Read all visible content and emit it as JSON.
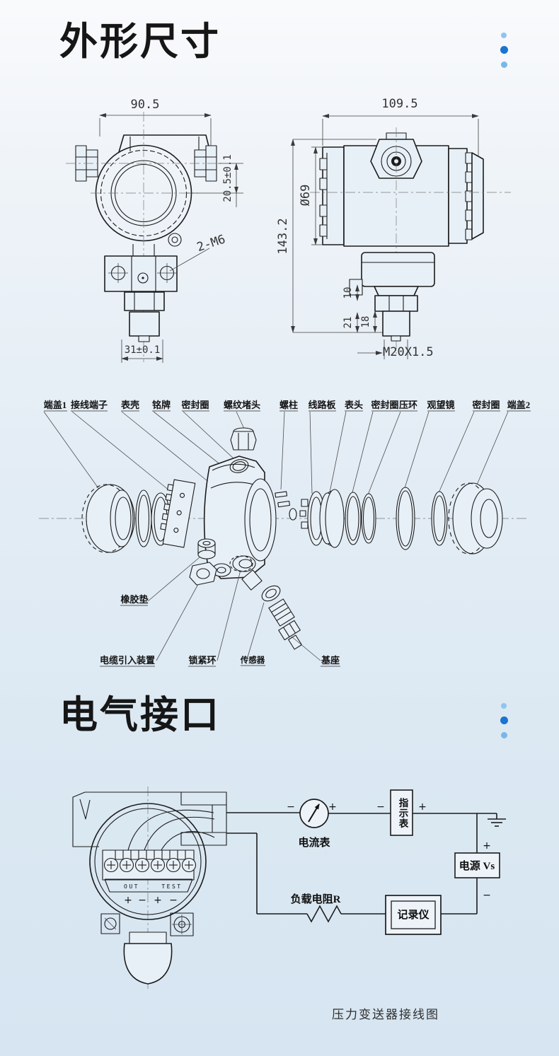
{
  "page": {
    "accent_blue": "#1b74cf",
    "accent_light_blue": "#8ec5ee",
    "bg_top": "#f9fafc",
    "bg_bottom": "#d6e5f1"
  },
  "sections": {
    "dimensions": {
      "title": "外形尺寸"
    },
    "electrical": {
      "title": "电气接口"
    }
  },
  "outline_dimensions": {
    "front_view": {
      "top_width": "90.5",
      "side_offset": "20.5±0.1",
      "screw_spec": "2-M6",
      "bottom_width": "31±0.1"
    },
    "side_view": {
      "top_width": "109.5",
      "body_diameter": "Ø69",
      "total_height": "143.2",
      "hex_height": "10",
      "lower_height": "21",
      "cyl_height": "18",
      "thread_spec": "M20X1.5"
    }
  },
  "exploded_view": {
    "top_labels": [
      "端盖1",
      "接线端子",
      "表壳",
      "铭牌",
      "密封圈",
      "螺纹堵头",
      "螺柱",
      "线路板",
      "表头",
      "密封圈",
      "压环",
      "观望镜",
      "密封圈",
      "端盖2"
    ],
    "bottom_labels": [
      "橡胶垫",
      "电缆引入装置",
      "锁紧环",
      "传感器",
      "基座"
    ]
  },
  "wiring": {
    "out_label": "OUT",
    "test_label": "TEST",
    "plus": "+",
    "minus": "−",
    "ammeter_label": "电流表",
    "indicator_label": "指示表",
    "power_label": "电源 Vs",
    "resistor_label": "负载电阻R",
    "recorder_label": "记录仪",
    "caption": "压力变送器接线图"
  }
}
